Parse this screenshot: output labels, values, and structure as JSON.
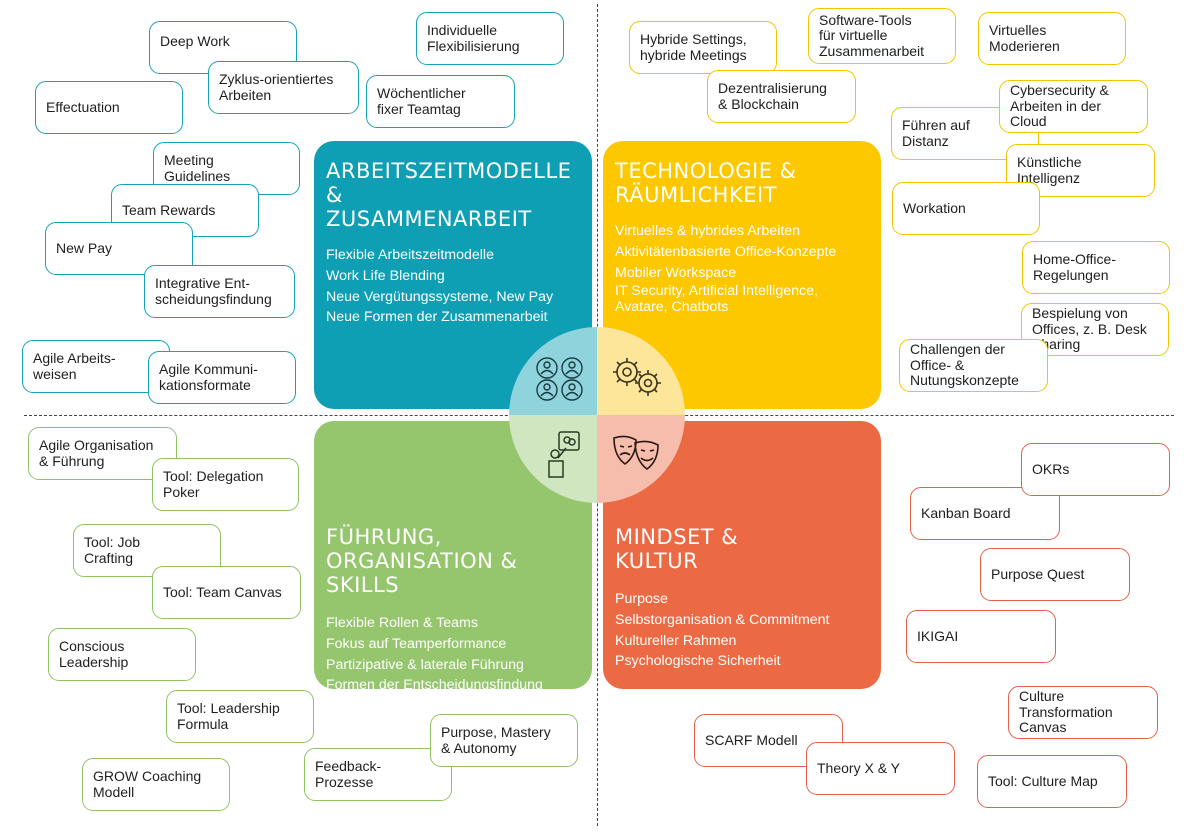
{
  "quadrants": {
    "top_left": {
      "title": "ARBEITSZEITMODELLE &\nZUSAMMENARBEIT",
      "color": "#0e9fb5",
      "items": [
        "Flexible Arbeitszeitmodelle",
        "Work Life Blending",
        "Neue Vergütungssysteme, New Pay",
        "Neue Formen der Zusammenarbeit"
      ],
      "icon": "team-grid-icon"
    },
    "top_right": {
      "title": "TECHNOLOGIE &\nRÄUMLICHKEIT",
      "color": "#fdc800",
      "items": [
        "Virtuelles & hybrides Arbeiten",
        "Aktivitätenbasierte Office-Konzepte",
        "Mobiler Workspace",
        "IT Security, Artificial Intelligence,\nAvatare, Chatbots"
      ],
      "icon": "gears-icon"
    },
    "bottom_left": {
      "title": "FÜHRUNG, ORGANISATION &\nSKILLS",
      "color": "#95c56d",
      "items": [
        "Flexible Rollen & Teams",
        "Fokus auf Teamperformance",
        "Partizipative & laterale Führung",
        "Formen der Entscheidungsfindung"
      ],
      "icon": "presenter-icon"
    },
    "bottom_right": {
      "title": "MINDSET &\nKULTUR",
      "color": "#ec6a43",
      "items": [
        "Purpose",
        "Selbstorganisation & Commitment",
        "Kultureller Rahmen",
        "Psychologische Sicherheit"
      ],
      "icon": "theater-masks-icon"
    }
  },
  "boxes": {
    "top_left": [
      "Deep Work",
      "Zyklus-orientiertes\nArbeiten",
      "Effectuation",
      "Individuelle\nFlexibilisierung",
      "Wöchentlicher\nfixer Teamtag",
      "Meeting\nGuidelines",
      "Team Rewards",
      "New Pay",
      "Integrative Ent-\nscheidungsfindung",
      "Agile Arbeits-\nweisen",
      "Agile Kommuni-\nkationsformate"
    ],
    "top_right": [
      "Hybride Settings,\nhybride Meetings",
      "Software-Tools\nfür virtuelle\nZusammenarbeit",
      "Virtuelles\nModerieren",
      "Dezentralisierung\n& Blockchain",
      "Führen auf\nDistanz",
      "Cybersecurity &\nArbeiten in der\nCloud",
      "Künstliche\nIntelligenz",
      "Workation",
      "Home-Office-\nRegelungen",
      "Bespielung von\nOffices, z. B. Desk\nSharing",
      "Challengen der\nOffice- &\nNutungskonzepte"
    ],
    "bottom_left": [
      "Agile Organisation\n& Führung",
      "Tool: Delegation\nPoker",
      "Tool: Job\nCrafting",
      "Tool: Team Canvas",
      "Conscious\nLeadership",
      "Tool: Leadership\nFormula",
      "Purpose, Mastery\n& Autonomy",
      "Feedback-\nProzesse",
      "GROW Coaching\nModell"
    ],
    "bottom_right": [
      "OKRs",
      "Kanban Board",
      "Purpose Quest",
      "IKIGAI",
      "Culture\nTransformation\nCanvas",
      "SCARF Modell",
      "Theory X & Y",
      "Tool: Culture Map"
    ]
  },
  "colors": {
    "teal_border": "#16a3b5",
    "yellow_border": "#f2c500",
    "green_border": "#8ec466",
    "red_border": "#e4604a"
  }
}
